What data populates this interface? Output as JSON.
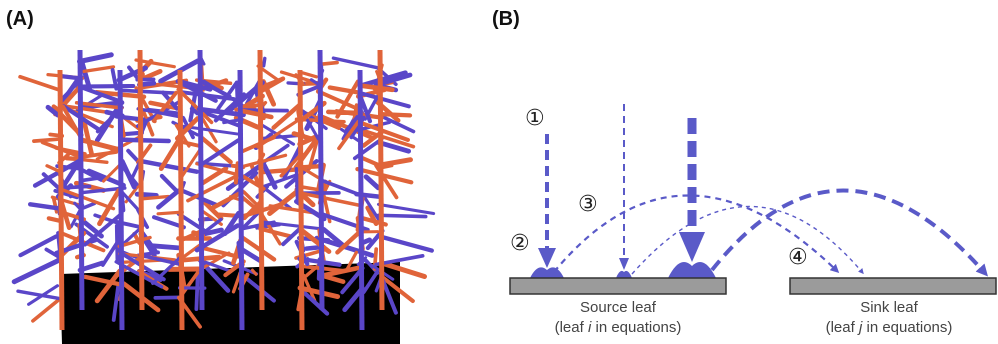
{
  "panel_a": {
    "label": "(A)",
    "colors": {
      "blue": "#5a46c8",
      "orange": "#e0643a",
      "ground": "#000000"
    }
  },
  "panel_b": {
    "label": "(B)",
    "markers": [
      "①",
      "②",
      "③",
      "④"
    ],
    "source_leaf": {
      "name": "Source leaf",
      "line2_prefix": "(leaf ",
      "var": "i",
      "line2_suffix": " in equations)"
    },
    "sink_leaf": {
      "name": "Sink leaf",
      "line2_prefix": "(leaf ",
      "var": "j",
      "line2_suffix": " in equations)"
    },
    "colors": {
      "arrow": "#5a5ac8",
      "leaf_fill": "#9b9b9b",
      "leaf_stroke": "#333333"
    }
  }
}
